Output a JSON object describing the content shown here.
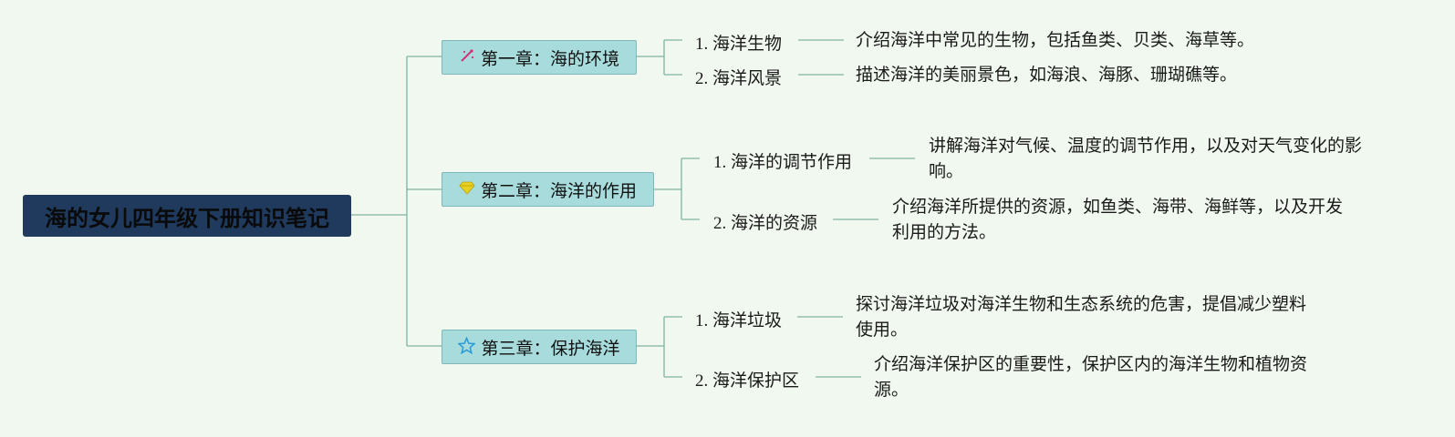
{
  "root": {
    "title": "海的女儿四年级下册知识笔记"
  },
  "chapters": [
    {
      "label": "第一章：海的环境",
      "icon": "magic-wand-icon",
      "icon_color": "#d0307a",
      "items": [
        {
          "label": "1. 海洋生物",
          "desc": "介绍海洋中常见的生物，包括鱼类、贝类、海草等。"
        },
        {
          "label": "2. 海洋风景",
          "desc": "描述海洋的美丽景色，如海浪、海豚、珊瑚礁等。"
        }
      ]
    },
    {
      "label": "第二章：海洋的作用",
      "icon": "gem-icon",
      "icon_color": "#e8d020",
      "items": [
        {
          "label": "1. 海洋的调节作用",
          "desc": "讲解海洋对气候、温度的调节作用，以及对天气变化的影响。"
        },
        {
          "label": "2. 海洋的资源",
          "desc": "介绍海洋所提供的资源，如鱼类、海带、海鲜等，以及开发利用的方法。"
        }
      ]
    },
    {
      "label": "第三章：保护海洋",
      "icon": "star-icon",
      "icon_color": "#2a9ad8",
      "items": [
        {
          "label": "1. 海洋垃圾",
          "desc": "探讨海洋垃圾对海洋生物和生态系统的危害，提倡减少塑料使用。"
        },
        {
          "label": "2. 海洋保护区",
          "desc": "介绍海洋保护区的重要性，保护区内的海洋生物和植物资源。"
        }
      ]
    }
  ],
  "colors": {
    "line": "#7fb3a4",
    "root_bg": "#1f3a5c",
    "chapter_bg": "#a8dcdc",
    "background": "#f1f8ef"
  }
}
